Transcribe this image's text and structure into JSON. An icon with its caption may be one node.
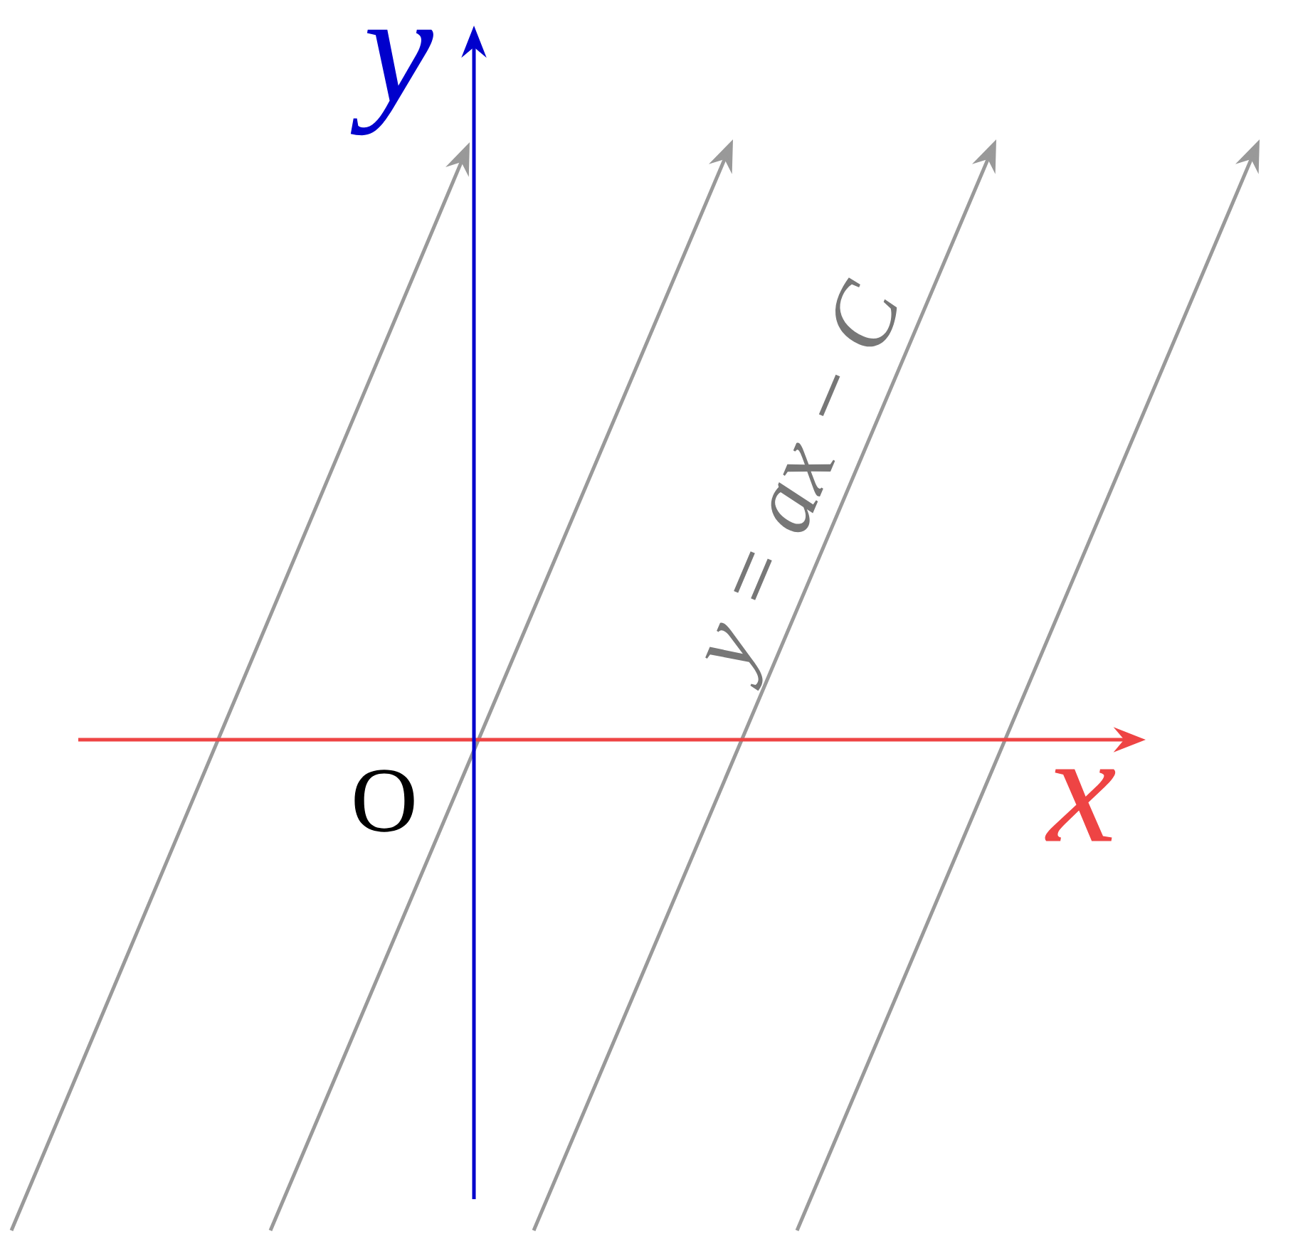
{
  "diagram": {
    "labels": [
      "y",
      "x",
      "O",
      "y = ax − C"
    ]
  }
}
